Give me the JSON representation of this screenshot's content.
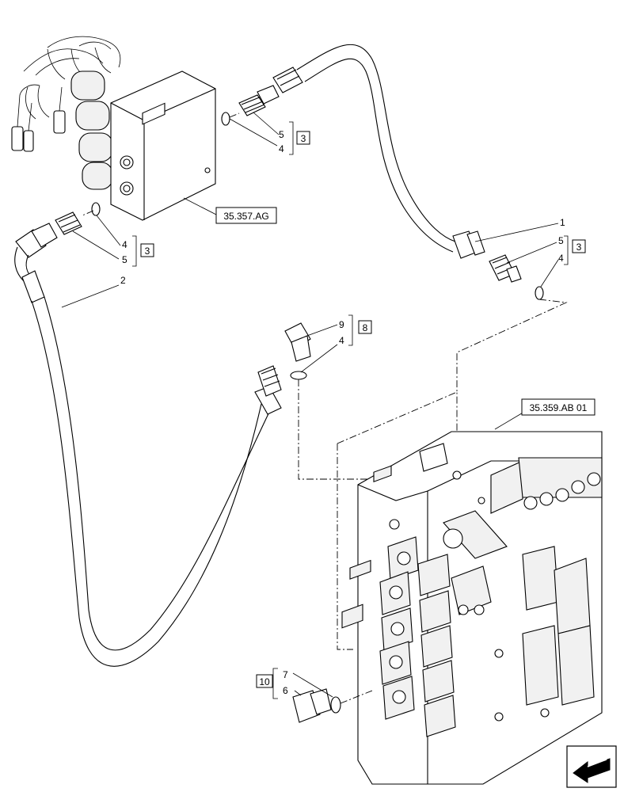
{
  "references": {
    "ref_35_357": "35.357.AG",
    "ref_35_359": "35.359.AB 01"
  },
  "callouts": {
    "top_right_group_upper": {
      "a": "5",
      "b": "4",
      "kit": "3"
    },
    "left_group": {
      "a": "4",
      "b": "5",
      "kit": "3"
    },
    "right_group": {
      "item": "1",
      "a": "5",
      "b": "4",
      "kit": "3"
    },
    "elbow_group": {
      "a": "9",
      "b": "4",
      "kit": "8"
    },
    "bottom_group": {
      "a": "7",
      "b": "6",
      "kit": "10"
    },
    "hose_left": "2"
  },
  "icons": {
    "navigation": "arrow-left-icon"
  }
}
